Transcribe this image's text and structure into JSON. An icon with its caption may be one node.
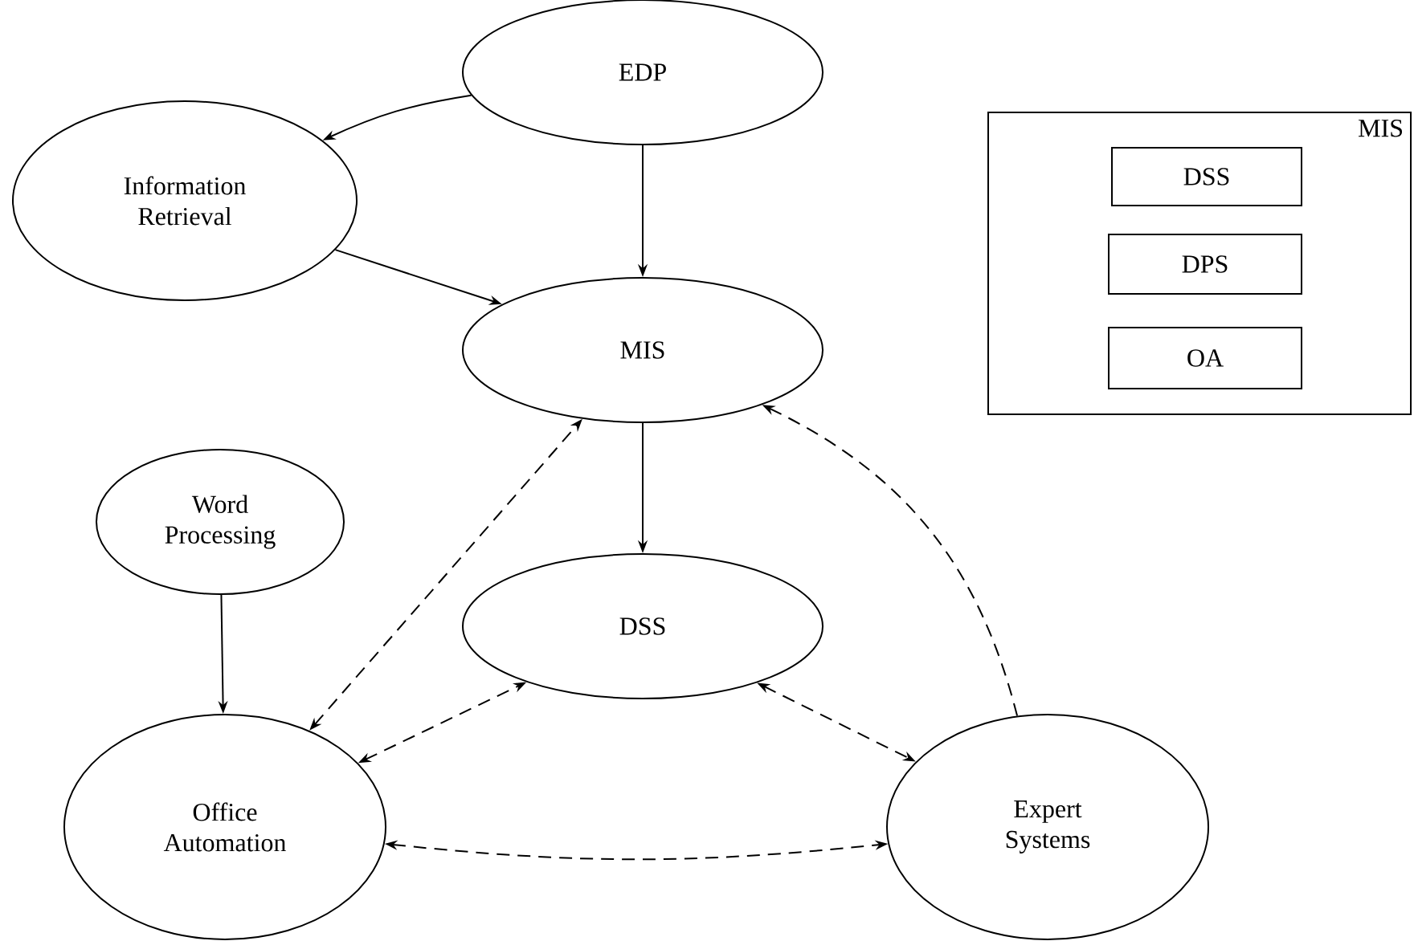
{
  "diagram": {
    "nodes": [
      {
        "text": [
          "EDP"
        ]
      },
      {
        "text": [
          "Information Retrieval"
        ]
      },
      {
        "text": [
          "MIS"
        ]
      },
      {
        "text": [
          "Word Processing"
        ]
      },
      {
        "text": [
          "DSS"
        ]
      },
      {
        "text": [
          "Office Automation"
        ]
      },
      {
        "text": [
          "Expert Systems"
        ]
      },
      {
        "text": [
          "MIS"
        ]
      },
      {
        "text": [
          "DSS"
        ],
        "in": 7
      },
      {
        "text": [
          "DPS"
        ],
        "in": 7
      },
      {
        "text": [
          "OA"
        ],
        "in": 7
      }
    ],
    "edges": [
      {
        "from": 0,
        "to": 1,
        "arrow": "to"
      },
      {
        "from": 0,
        "to": 2,
        "arrow": "to"
      },
      {
        "from": 1,
        "to": 2,
        "arrow": "to"
      },
      {
        "from": 2,
        "to": 4,
        "arrow": "to"
      },
      {
        "from": 3,
        "to": 5,
        "arrow": "to"
      },
      {
        "from": 5,
        "to": 2,
        "arrow": "both",
        "style": "dashed"
      },
      {
        "from": 5,
        "to": 4,
        "arrow": "both",
        "style": "dashed"
      },
      {
        "from": 4,
        "to": 6,
        "arrow": "both",
        "style": "dashed"
      },
      {
        "from": 5,
        "to": 6,
        "arrow": "both",
        "style": "dashed"
      },
      {
        "from": 6,
        "to": 2,
        "arrow": "to",
        "style": "dashed"
      }
    ]
  }
}
